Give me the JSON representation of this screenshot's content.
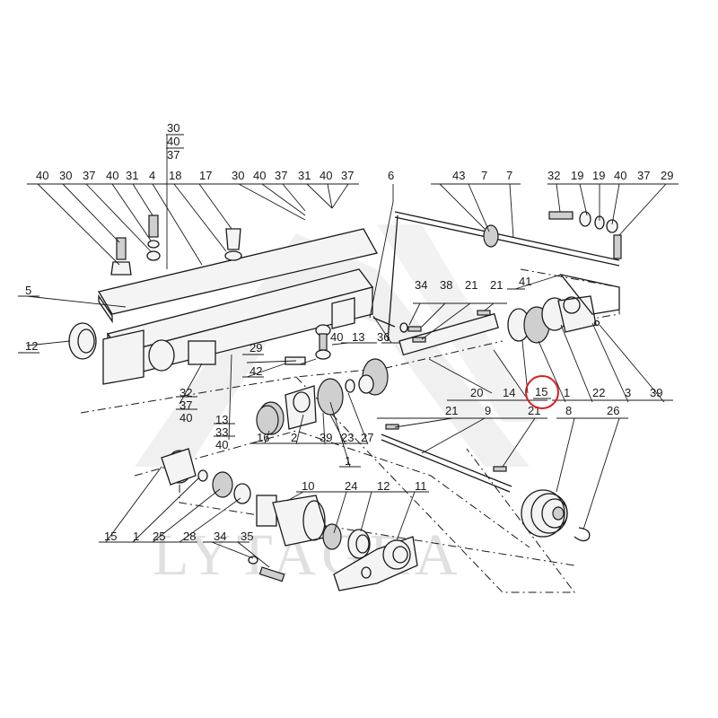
{
  "watermark": {
    "text": "LYTAGRA"
  },
  "highlight": {
    "color": "#d62020",
    "label": "15"
  },
  "callouts": {
    "top_stack": [
      "30",
      "40",
      "37"
    ],
    "row_top_left": [
      "40",
      "30",
      "37",
      "40",
      "31",
      "4",
      "18",
      "17",
      "30",
      "40",
      "37",
      "31",
      "40",
      "37",
      "6"
    ],
    "row_top_right": [
      "43",
      "7",
      "7",
      "32",
      "19",
      "19",
      "40",
      "37",
      "29"
    ],
    "mid": [
      "5",
      "12",
      "13",
      "36",
      "40",
      "34",
      "38",
      "21",
      "21",
      "41",
      "29",
      "42",
      "20",
      "14",
      "1",
      "22",
      "3",
      "39"
    ],
    "left_stack": [
      "32",
      "37",
      "40"
    ],
    "center_stack": [
      "13",
      "33",
      "40"
    ],
    "lower_mid": [
      "16",
      "2",
      "39",
      "23",
      "27",
      "1",
      "21",
      "9",
      "21",
      "8",
      "26"
    ],
    "bottom": [
      "15",
      "1",
      "25",
      "28",
      "34",
      "35",
      "10",
      "24",
      "12",
      "11"
    ]
  }
}
